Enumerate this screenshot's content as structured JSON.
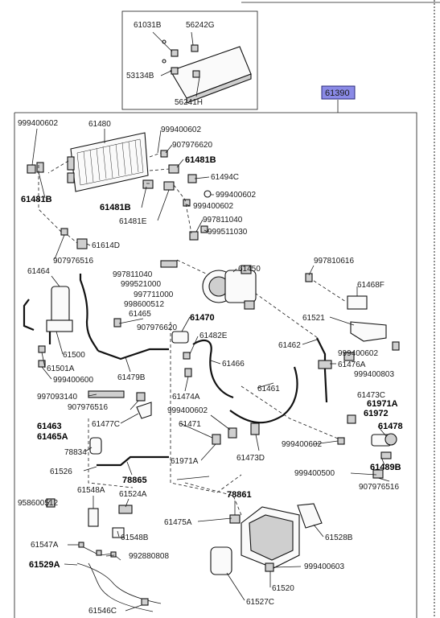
{
  "diagram": {
    "badge": "61390",
    "inset_labels": [
      {
        "id": "61031B",
        "text": "61031B"
      },
      {
        "id": "56242G",
        "text": "56242G"
      },
      {
        "id": "53134B",
        "text": "53134B"
      },
      {
        "id": "56241H",
        "text": "56241H"
      }
    ],
    "labels": [
      {
        "id": "l01",
        "text": "999400602"
      },
      {
        "id": "l02",
        "text": "61480"
      },
      {
        "id": "l03",
        "text": "999400602"
      },
      {
        "id": "l04",
        "text": "907976620"
      },
      {
        "id": "l05",
        "text": "61481B"
      },
      {
        "id": "l06",
        "text": "61494C"
      },
      {
        "id": "l07",
        "text": "999400602"
      },
      {
        "id": "l08",
        "text": "61481B"
      },
      {
        "id": "l09",
        "text": "999400602"
      },
      {
        "id": "l10",
        "text": "61481B"
      },
      {
        "id": "l11",
        "text": "61481E"
      },
      {
        "id": "l12",
        "text": "997811040"
      },
      {
        "id": "l13",
        "text": "999511030"
      },
      {
        "id": "l14",
        "text": "61614D"
      },
      {
        "id": "l15",
        "text": "907976516"
      },
      {
        "id": "l16",
        "text": "997810616"
      },
      {
        "id": "l17",
        "text": "61464"
      },
      {
        "id": "l18",
        "text": "997811040"
      },
      {
        "id": "l19",
        "text": "999521000"
      },
      {
        "id": "l20",
        "text": "61450"
      },
      {
        "id": "l21",
        "text": "997711000"
      },
      {
        "id": "l22",
        "text": "998600512"
      },
      {
        "id": "l23",
        "text": "61468F"
      },
      {
        "id": "l24",
        "text": "61465"
      },
      {
        "id": "l25",
        "text": "61470"
      },
      {
        "id": "l26",
        "text": "907976620"
      },
      {
        "id": "l27",
        "text": "61521"
      },
      {
        "id": "l28",
        "text": "61482E"
      },
      {
        "id": "l29",
        "text": "61462"
      },
      {
        "id": "l30",
        "text": "999400602"
      },
      {
        "id": "l31",
        "text": "61500"
      },
      {
        "id": "l32",
        "text": "61466"
      },
      {
        "id": "l33",
        "text": "61476A"
      },
      {
        "id": "l34",
        "text": "61501A"
      },
      {
        "id": "l35",
        "text": "999400803"
      },
      {
        "id": "l36",
        "text": "999400600"
      },
      {
        "id": "l37",
        "text": "61479B"
      },
      {
        "id": "l38",
        "text": "61461"
      },
      {
        "id": "l39",
        "text": "61473C"
      },
      {
        "id": "l40",
        "text": "997093140"
      },
      {
        "id": "l41",
        "text": "61474A"
      },
      {
        "id": "l42",
        "text": "61971A"
      },
      {
        "id": "l43",
        "text": "907976516"
      },
      {
        "id": "l44",
        "text": "999400602"
      },
      {
        "id": "l45",
        "text": "61972"
      },
      {
        "id": "l46",
        "text": "61477C"
      },
      {
        "id": "l47",
        "text": "61471"
      },
      {
        "id": "l48",
        "text": "61478"
      },
      {
        "id": "l49",
        "text": "61463"
      },
      {
        "id": "l50",
        "text": "999400602"
      },
      {
        "id": "l51",
        "text": "61465A"
      },
      {
        "id": "l52",
        "text": "78834"
      },
      {
        "id": "l53",
        "text": "61473D"
      },
      {
        "id": "l54",
        "text": "61971A"
      },
      {
        "id": "l55",
        "text": "999400500"
      },
      {
        "id": "l56",
        "text": "61489B"
      },
      {
        "id": "l57",
        "text": "61526"
      },
      {
        "id": "l58",
        "text": "78865"
      },
      {
        "id": "l59",
        "text": "907976516"
      },
      {
        "id": "l60",
        "text": "61548A"
      },
      {
        "id": "l61",
        "text": "61524A"
      },
      {
        "id": "l62",
        "text": "958600512"
      },
      {
        "id": "l63",
        "text": "78861"
      },
      {
        "id": "l64",
        "text": "61475A"
      },
      {
        "id": "l65",
        "text": "61547A"
      },
      {
        "id": "l66",
        "text": "61548B"
      },
      {
        "id": "l67",
        "text": "61528B"
      },
      {
        "id": "l68",
        "text": "992880808"
      },
      {
        "id": "l69",
        "text": "61529A"
      },
      {
        "id": "l70",
        "text": "999400603"
      },
      {
        "id": "l71",
        "text": "61520"
      },
      {
        "id": "l72",
        "text": "61527C"
      },
      {
        "id": "l73",
        "text": "61546C"
      }
    ]
  }
}
